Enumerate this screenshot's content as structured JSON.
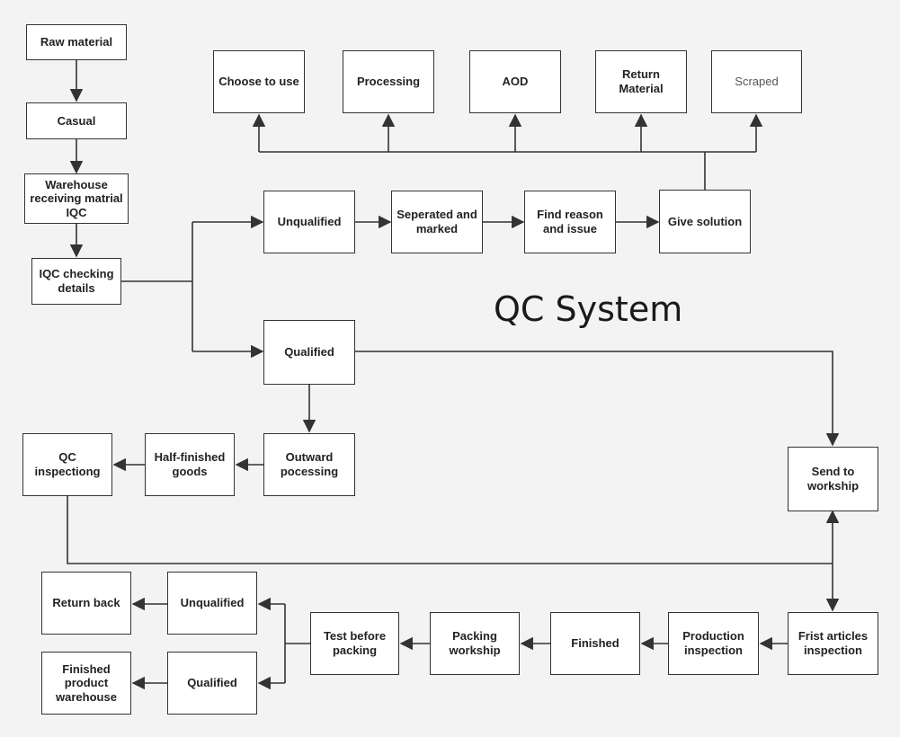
{
  "title": "QC System",
  "nodes": {
    "raw_material": "Raw material",
    "casual": "Casual",
    "warehouse_receiving": "Warehouse receiving matrial IQC",
    "iqc_checking": "IQC checking details",
    "unqualified_top": "Unqualified",
    "seperated": "Seperated and marked",
    "find_reason": "Find reason and issue",
    "give_solution": "Give solution",
    "choose_to_use": "Choose to use",
    "processing": "Processing",
    "aod": "AOD",
    "return_material": "Return Material",
    "scraped": "Scraped",
    "qualified_mid": "Qualified",
    "outward": "Outward pocessing",
    "half_finished": "Half-finished goods",
    "qc_inspecting": "QC inspectiong",
    "send_workship": "Send to workship",
    "frist_articles": "Frist articles inspection",
    "production_insp": "Production inspection",
    "finished": "Finished",
    "packing_workship": "Packing workship",
    "test_before": "Test before packing",
    "unqualified_bottom": "Unqualified",
    "qualified_bottom": "Qualified",
    "return_back": "Return back",
    "finished_warehouse": "Finished product warehouse"
  }
}
